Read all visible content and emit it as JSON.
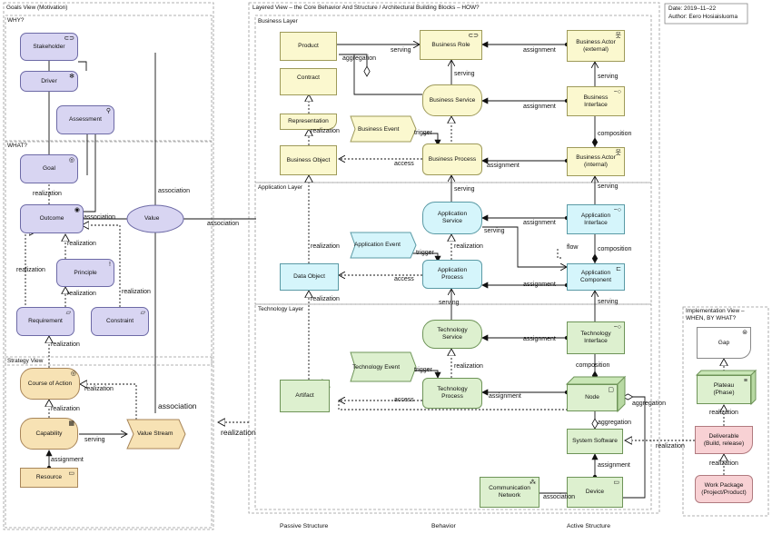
{
  "groups": {
    "goals": "Goals View (Motivation)",
    "why": "WHY?",
    "what": "WHAT?",
    "strategy": "Strategy View",
    "layered": "Layered View – the Core Behavior And Structure  / Architectural Building Blocks – HOW?",
    "business_layer": "Business Layer",
    "application_layer": "Application Layer",
    "technology_layer": "Technology Layer",
    "implementation": "Implementation View –\nWHEN, BY WHAT?"
  },
  "meta": {
    "date": "Date: 2019–11–22",
    "author": "Author: Eero Hosiaisluoma"
  },
  "elements": {
    "stakeholder": "Stakeholder",
    "driver": "Driver",
    "assessment": "Assessment",
    "goal": "Goal",
    "outcome": "Outcome",
    "principle": "Principle",
    "requirement": "Requirement",
    "constraint": "Constraint",
    "value": "Value",
    "course_of_action": "Course of Action",
    "capability": "Capability",
    "resource": "Resource",
    "value_stream": "Value Stream",
    "product": "Product",
    "contract": "Contract",
    "representation": "Representation",
    "business_object": "Business Object",
    "business_role": "Business Role",
    "business_service": "Business Service",
    "business_event": "Business Event",
    "business_process": "Business Process",
    "business_actor_ext": "Business Actor\n(external)",
    "business_interface": "Business\nInterface",
    "business_actor_int": "Business Actor\n(internal)",
    "application_service": "Application\nService",
    "application_event": "Application Event",
    "application_process": "Application\nProcess",
    "data_object": "Data Object",
    "application_interface": "Application\nInterface",
    "application_component": "Application\nComponent",
    "technology_service": "Technology\nService",
    "technology_event": "Technology Event",
    "technology_process": "Technology\nProcess",
    "artifact": "Artifact",
    "technology_interface": "Technology\nInterface",
    "node": "Node",
    "system_software": "System Software",
    "communication_network": "Communication\nNetwork",
    "device": "Device",
    "gap": "Gap",
    "plateau": "Plateau\n(Phase)",
    "deliverable": "Deliverable\n(Build, release)",
    "work_package": "Work Package\n(Project/Product)"
  },
  "relations": {
    "realization": "realization",
    "association": "association",
    "serving": "serving",
    "assignment": "assignment",
    "aggregation": "aggregation",
    "trigger": "trigger",
    "access": "access",
    "composition": "composition",
    "flow": "flow"
  },
  "footer": {
    "passive": "Passive Structure",
    "behavior": "Behavior",
    "active": "Active Structure"
  },
  "colors": {
    "motivation": "#d8d5f2",
    "business": "#fbf8cf",
    "application": "#d5f5fb",
    "technology": "#ddf0cf",
    "strategy": "#f7e2b4",
    "implementation": "#f8d1d4"
  }
}
